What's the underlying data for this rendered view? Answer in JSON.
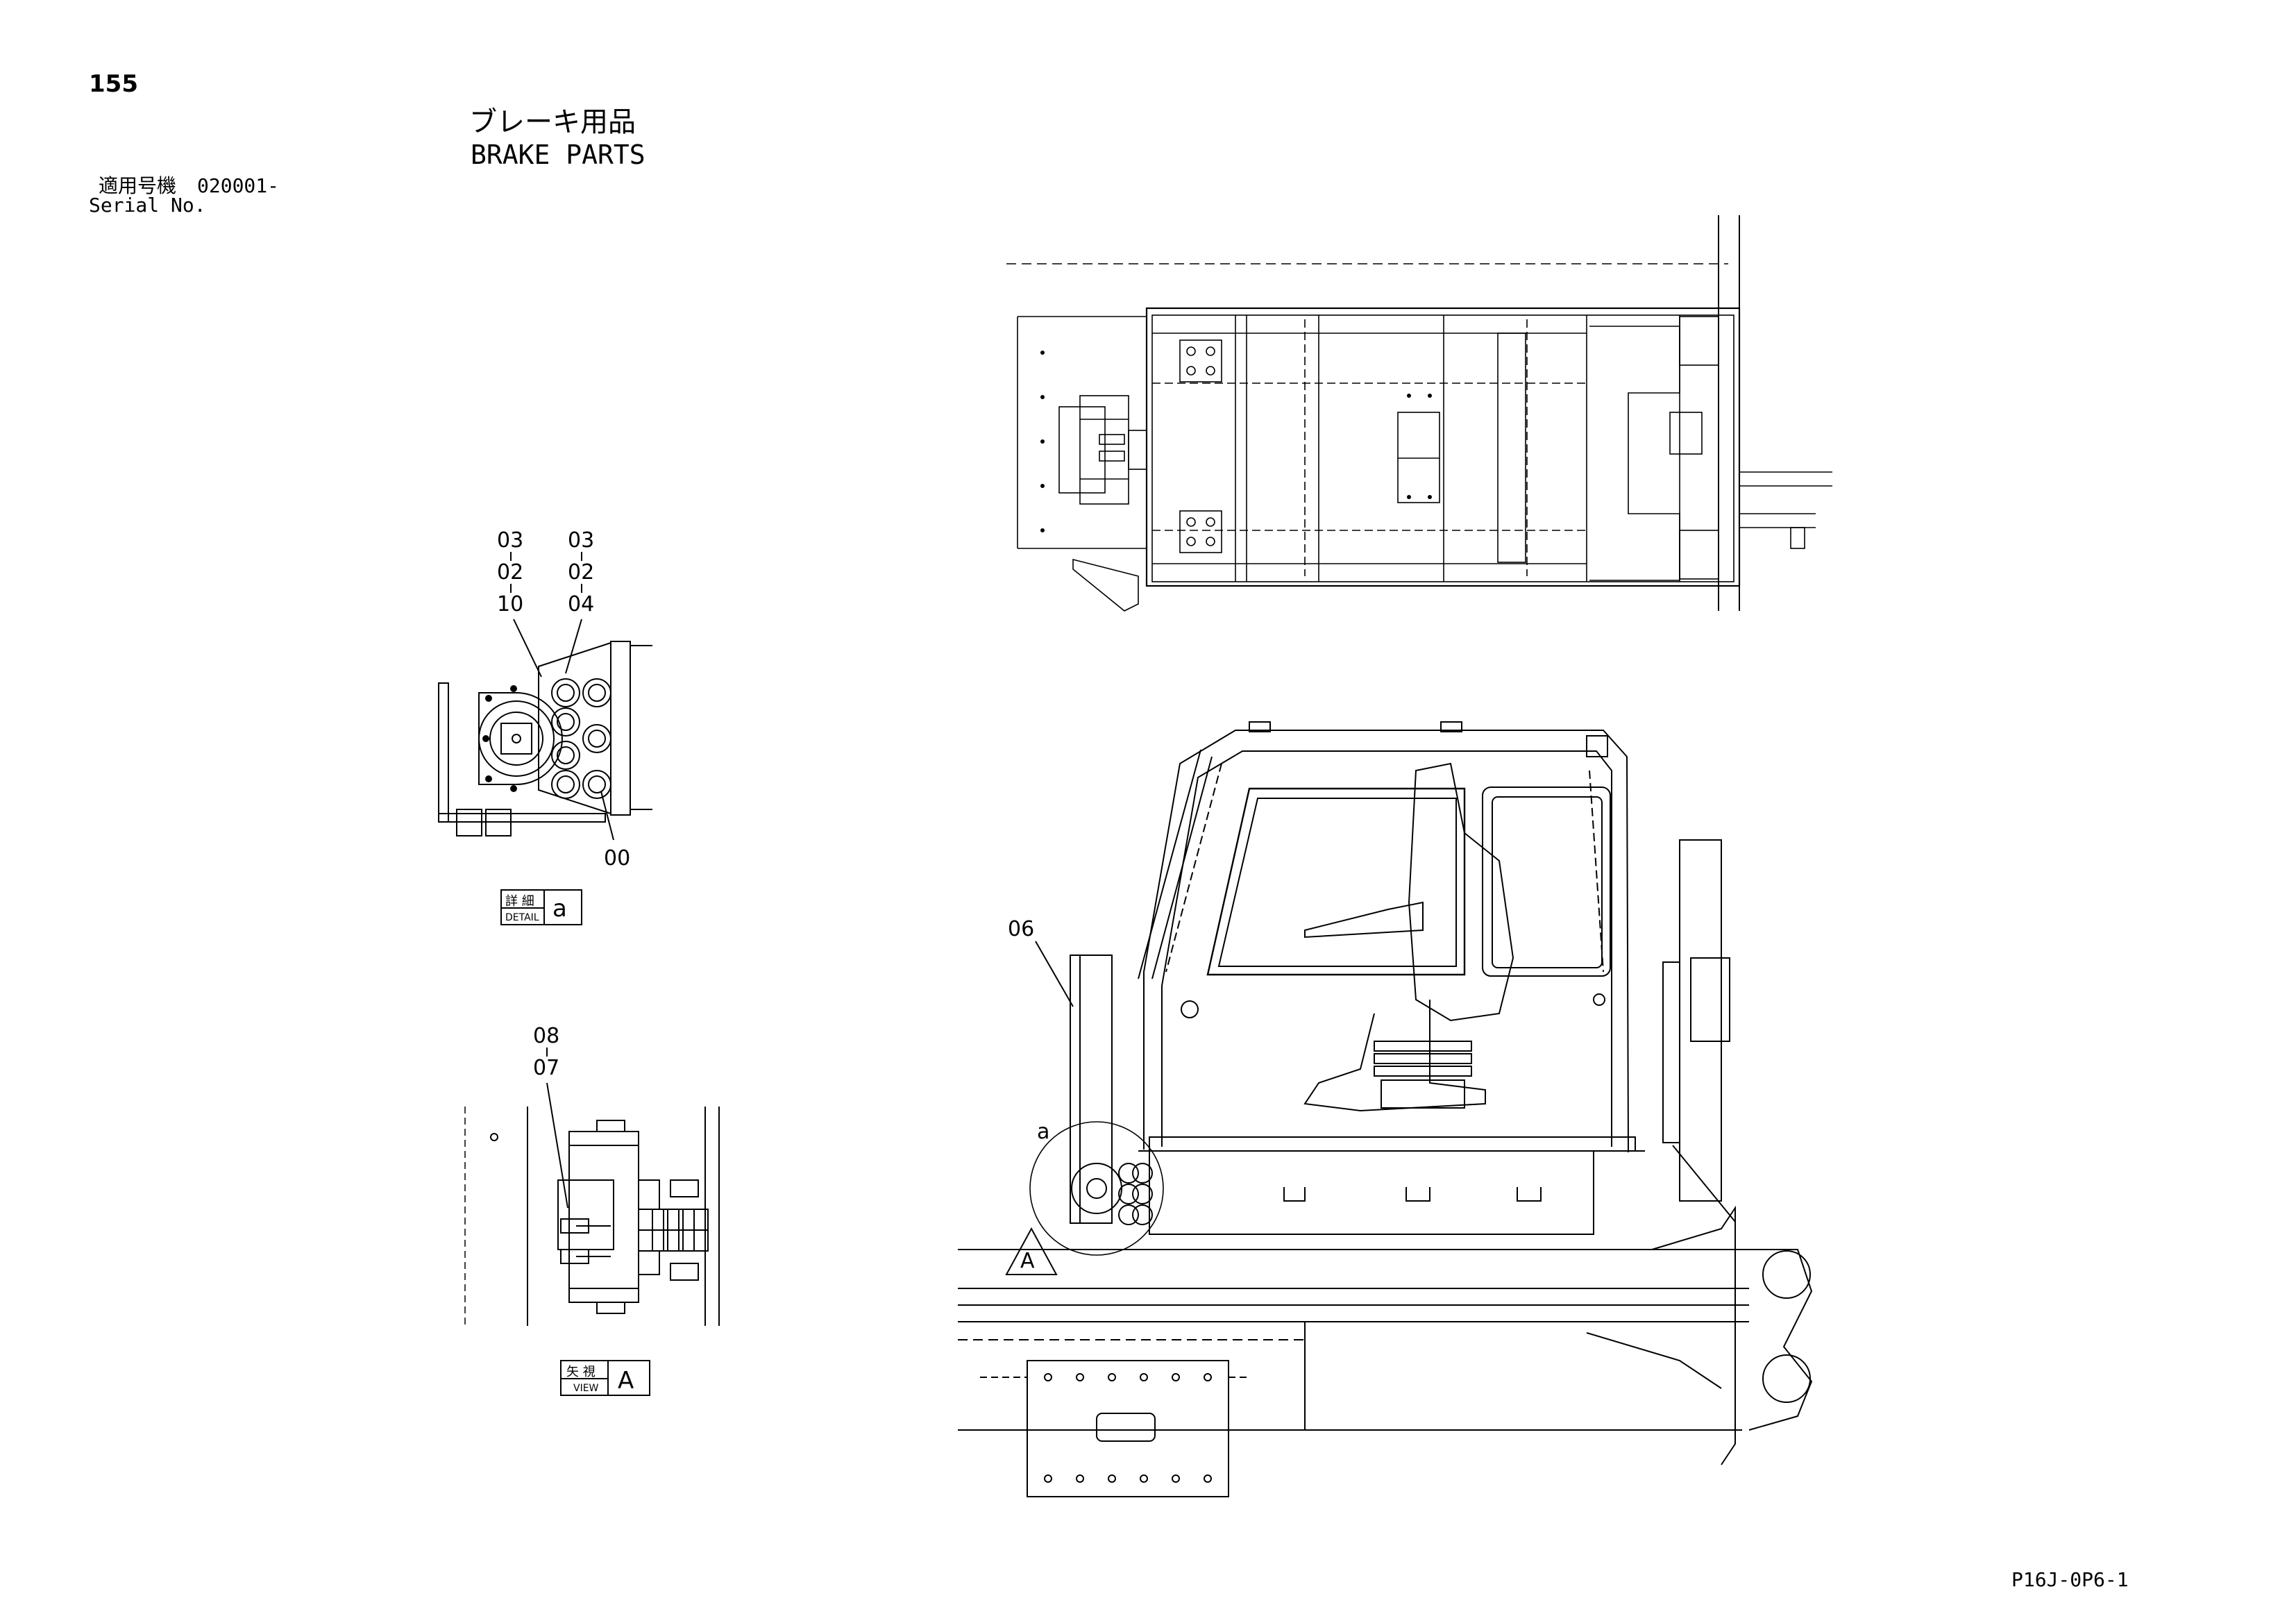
{
  "header": {
    "page_number": "155",
    "title_ja": "ブレーキ用品",
    "title_en": "BRAKE PARTS",
    "serial_label_ja": "適用号機",
    "serial_value": "020001-",
    "serial_label_en": "Serial No."
  },
  "detail_a": {
    "callouts": [
      {
        "lines": [
          "03",
          "02",
          "10"
        ]
      },
      {
        "lines": [
          "03",
          "02",
          "04"
        ]
      }
    ],
    "bottom_callout": "00",
    "label": {
      "ja": "詳 細",
      "en": "DETAIL",
      "letter": "a"
    }
  },
  "view_a": {
    "callout": {
      "lines": [
        "08",
        "07"
      ]
    },
    "label": {
      "ja": "矢 視",
      "en": "VIEW",
      "letter": "A"
    }
  },
  "main_view": {
    "part_callout": "06",
    "detail_marker": "a",
    "view_marker": "A"
  },
  "footer": {
    "doc_code": "P16J-0P6-1"
  }
}
